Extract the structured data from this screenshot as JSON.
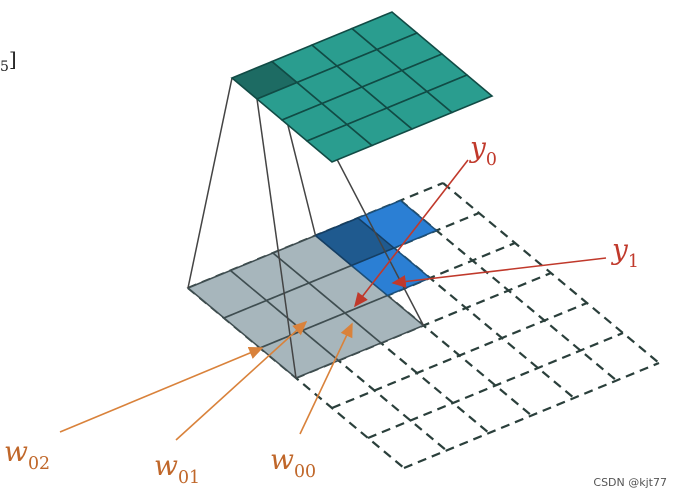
{
  "corner_fragment": {
    "sub": "5",
    "bracket": "]"
  },
  "labels": {
    "y0": {
      "base": "y",
      "sub": "0",
      "color": "#c0392b"
    },
    "y1": {
      "base": "y",
      "sub": "1",
      "color": "#c0392b"
    },
    "w02": {
      "base": "w",
      "sub": "02",
      "color": "#c0672a"
    },
    "w01": {
      "base": "w",
      "sub": "01",
      "color": "#c0672a"
    },
    "w00": {
      "base": "w",
      "sub": "00",
      "color": "#c0672a"
    }
  },
  "watermark": "CSDN @kjt77",
  "colors": {
    "output_grid": "#2a9d8f",
    "output_highlight": "#1d6b63",
    "kernel": "#9fb0b6",
    "input_dashed": "#2a3f3b",
    "blue_cell": "#2b7fd4",
    "blue_dark": "#1f5a8f",
    "arrow_red": "#c0392b",
    "arrow_orange": "#d9823b"
  }
}
